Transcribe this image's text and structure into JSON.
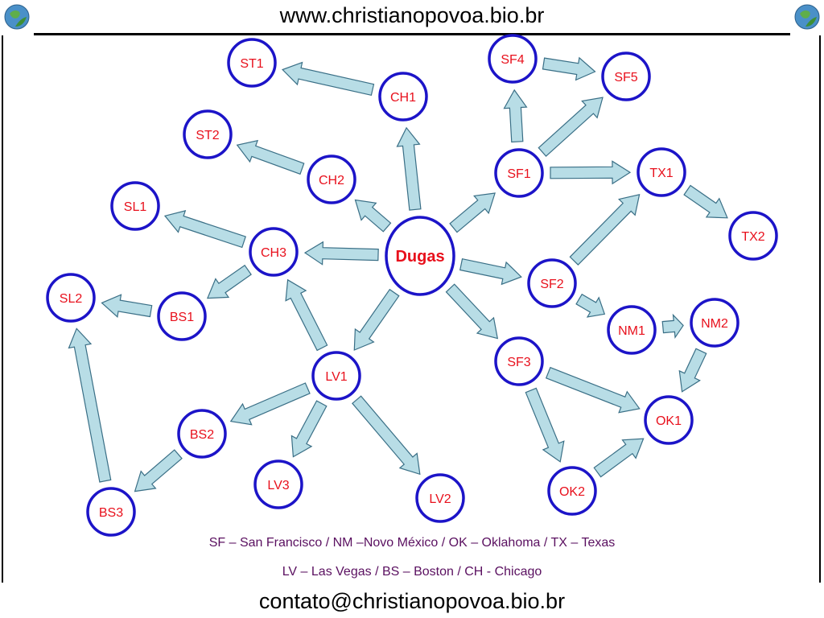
{
  "header": {
    "site": "www.christianopovoa.bio.br"
  },
  "footer": {
    "email": "contato@christianopovoa.bio.br"
  },
  "legend": {
    "line1": "SF – San Francisco / NM –Novo México / OK – Oklahoma / TX – Texas",
    "line2": "LV – Las Vegas / BS – Boston / CH - Chicago"
  },
  "colors": {
    "node_border": "#1c14c8",
    "node_text": "#e8101c",
    "arrow_fill": "#b8dde6",
    "arrow_stroke": "#3a6f86",
    "legend_text": "#5a1060"
  },
  "icons": {
    "corner_logo": "earth-leaf-logo-icon"
  },
  "nodes": [
    {
      "id": "Dugas",
      "label": "Dugas",
      "root": true
    },
    {
      "id": "ST1",
      "label": "ST1"
    },
    {
      "id": "CH1",
      "label": "CH1"
    },
    {
      "id": "SF4",
      "label": "SF4"
    },
    {
      "id": "SF5",
      "label": "SF5"
    },
    {
      "id": "ST2",
      "label": "ST2"
    },
    {
      "id": "CH2",
      "label": "CH2"
    },
    {
      "id": "SF1",
      "label": "SF1"
    },
    {
      "id": "TX1",
      "label": "TX1"
    },
    {
      "id": "SL1",
      "label": "SL1"
    },
    {
      "id": "CH3",
      "label": "CH3"
    },
    {
      "id": "TX2",
      "label": "TX2"
    },
    {
      "id": "SL2",
      "label": "SL2"
    },
    {
      "id": "SF2",
      "label": "SF2"
    },
    {
      "id": "BS1",
      "label": "BS1"
    },
    {
      "id": "NM2",
      "label": "NM2"
    },
    {
      "id": "NM1",
      "label": "NM1"
    },
    {
      "id": "SF3",
      "label": "SF3"
    },
    {
      "id": "LV1",
      "label": "LV1"
    },
    {
      "id": "OK1",
      "label": "OK1"
    },
    {
      "id": "BS2",
      "label": "BS2"
    },
    {
      "id": "LV3",
      "label": "LV3"
    },
    {
      "id": "OK2",
      "label": "OK2"
    },
    {
      "id": "LV2",
      "label": "LV2"
    },
    {
      "id": "BS3",
      "label": "BS3"
    }
  ],
  "edges": [
    {
      "from": "Dugas",
      "to": "CH1"
    },
    {
      "from": "Dugas",
      "to": "CH2"
    },
    {
      "from": "Dugas",
      "to": "CH3"
    },
    {
      "from": "Dugas",
      "to": "SF1"
    },
    {
      "from": "Dugas",
      "to": "SF2"
    },
    {
      "from": "Dugas",
      "to": "SF3"
    },
    {
      "from": "Dugas",
      "to": "LV1"
    },
    {
      "from": "CH1",
      "to": "ST1"
    },
    {
      "from": "CH2",
      "to": "ST2"
    },
    {
      "from": "CH3",
      "to": "SL1"
    },
    {
      "from": "CH3",
      "to": "BS1"
    },
    {
      "from": "BS1",
      "to": "SL2"
    },
    {
      "from": "SF1",
      "to": "SF4"
    },
    {
      "from": "SF1",
      "to": "SF5"
    },
    {
      "from": "SF1",
      "to": "TX1"
    },
    {
      "from": "SF4",
      "to": "SF5"
    },
    {
      "from": "TX1",
      "to": "TX2"
    },
    {
      "from": "SF2",
      "to": "TX1"
    },
    {
      "from": "SF2",
      "to": "NM1"
    },
    {
      "from": "NM1",
      "to": "NM2"
    },
    {
      "from": "NM2",
      "to": "OK1"
    },
    {
      "from": "SF3",
      "to": "OK1"
    },
    {
      "from": "SF3",
      "to": "OK2"
    },
    {
      "from": "OK2",
      "to": "OK1"
    },
    {
      "from": "LV1",
      "to": "CH3"
    },
    {
      "from": "LV1",
      "to": "BS2"
    },
    {
      "from": "LV1",
      "to": "LV3"
    },
    {
      "from": "LV1",
      "to": "LV2"
    },
    {
      "from": "BS2",
      "to": "BS3"
    },
    {
      "from": "BS3",
      "to": "SL2"
    }
  ]
}
